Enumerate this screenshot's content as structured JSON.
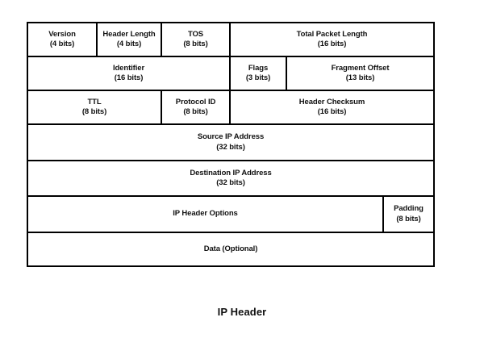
{
  "diagram": {
    "caption": "IP Header",
    "colors": {
      "background": "#ffffff",
      "border": "#000000",
      "text": "#111111"
    },
    "rows": [
      {
        "row_id": "row-1",
        "cells": [
          {
            "name": "Version",
            "bits": "(4 bits)"
          },
          {
            "name": "Header Length",
            "bits": "(4 bits)"
          },
          {
            "name": "TOS",
            "bits": "(8 bits)"
          },
          {
            "name": "Total Packet Length",
            "bits": "(16 bits)"
          }
        ]
      },
      {
        "row_id": "row-2",
        "cells": [
          {
            "name": "Identifier",
            "bits": "(16 bits)"
          },
          {
            "name": "Flags",
            "bits": "(3 bits)"
          },
          {
            "name": "Fragment Offset",
            "bits": "(13 bits)"
          }
        ]
      },
      {
        "row_id": "row-3",
        "cells": [
          {
            "name": "TTL",
            "bits": "(8 bits)"
          },
          {
            "name": "Protocol ID",
            "bits": "(8 bits)"
          },
          {
            "name": "Header Checksum",
            "bits": "(16 bits)"
          }
        ]
      },
      {
        "row_id": "row-4",
        "cells": [
          {
            "name": "Source IP Address",
            "bits": "(32 bits)"
          }
        ]
      },
      {
        "row_id": "row-5",
        "cells": [
          {
            "name": "Destination IP Address",
            "bits": "(32 bits)"
          }
        ]
      },
      {
        "row_id": "row-6",
        "cells": [
          {
            "name": "IP Header Options",
            "bits": ""
          },
          {
            "name": "Padding",
            "bits": "(8 bits)"
          }
        ]
      },
      {
        "row_id": "row-7",
        "cells": [
          {
            "name": "Data (Optional)",
            "bits": ""
          }
        ]
      }
    ]
  }
}
